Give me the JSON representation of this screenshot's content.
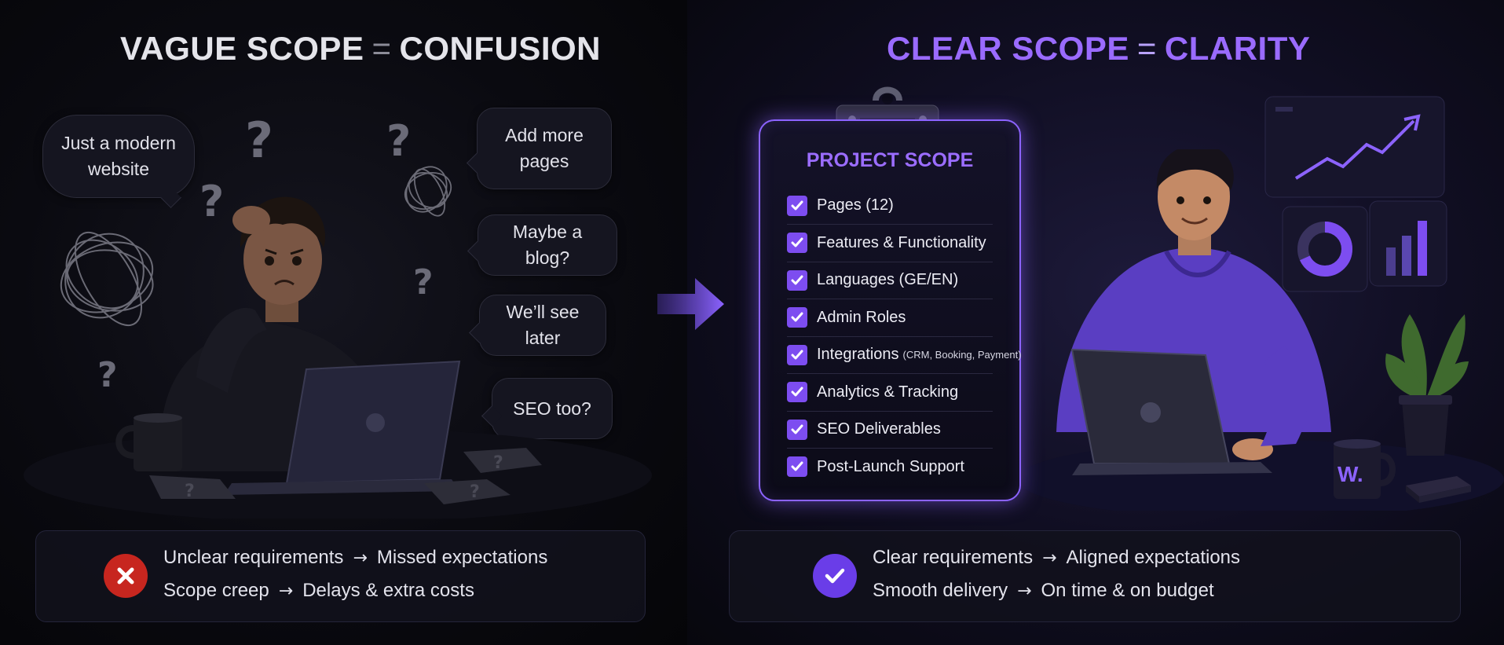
{
  "left": {
    "title": {
      "part1": "VAGUE SCOPE",
      "eq": "=",
      "part2": "CONFUSION"
    },
    "bubbles": [
      "Just a modern website",
      "Add more pages",
      "Maybe a blog?",
      "We’ll see later",
      "SEO too?"
    ],
    "summary": {
      "line1": {
        "a": "Unclear requirements",
        "arrow": "→",
        "b": "Missed expectations"
      },
      "line2": {
        "a": "Scope creep",
        "arrow": "→",
        "b": "Delays & extra costs"
      }
    }
  },
  "right": {
    "title": {
      "part1": "CLEAR SCOPE",
      "eq": "=",
      "part2": "CLARITY"
    },
    "scope": {
      "title": "PROJECT SCOPE",
      "items": [
        {
          "label": "Pages (12)",
          "sub": ""
        },
        {
          "label": "Features & Functionality",
          "sub": ""
        },
        {
          "label": "Languages (GE/EN)",
          "sub": ""
        },
        {
          "label": "Admin Roles",
          "sub": ""
        },
        {
          "label": "Integrations",
          "sub": "(CRM, Booking, Payment)"
        },
        {
          "label": "Analytics & Tracking",
          "sub": ""
        },
        {
          "label": "SEO Deliverables",
          "sub": ""
        },
        {
          "label": "Post-Launch Support",
          "sub": ""
        }
      ]
    },
    "mug_logo": "W.",
    "summary": {
      "line1": {
        "a": "Clear requirements",
        "arrow": "→",
        "b": "Aligned expectations"
      },
      "line2": {
        "a": "Smooth delivery",
        "arrow": "→",
        "b": "On time & on budget"
      }
    }
  },
  "colors": {
    "accent": "#8c63ff",
    "accent_title": "#9a6bff",
    "error": "#c7261f",
    "check": "#7d4df0"
  },
  "icons": [
    "question-mark-icon",
    "scribble-icon",
    "arrow-right-icon",
    "x-icon",
    "check-icon",
    "checkbox-icon",
    "line-chart-icon",
    "donut-chart-icon",
    "bar-chart-icon",
    "plant-icon",
    "mug-icon",
    "laptop-icon"
  ]
}
